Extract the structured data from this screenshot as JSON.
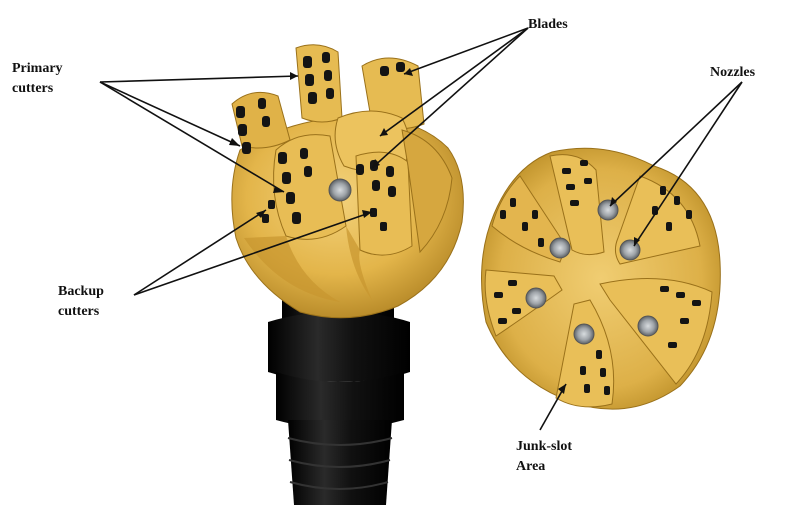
{
  "labels": {
    "primary_line1": "Primary",
    "primary_line2": "cutters",
    "blades": "Blades",
    "nozzles": "Nozzles",
    "backup_line1": "Backup",
    "backup_line2": "cutters",
    "junk_line1": "Junk-slot",
    "junk_line2": "Area"
  },
  "colors": {
    "body_gold": "#e3b54a",
    "body_shadow": "#b98a24",
    "body_light": "#f3d27c",
    "shank": "#0c0c0c",
    "cutter": "#141414",
    "nozzle": "#9ea3a8",
    "line": "#111111"
  }
}
